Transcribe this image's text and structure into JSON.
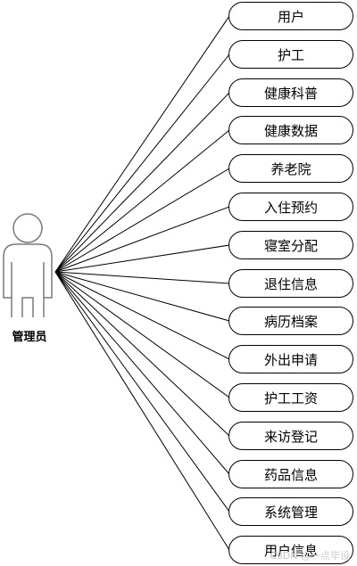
{
  "actor": {
    "label": "管理员"
  },
  "use_cases": [
    "用户",
    "护工",
    "健康科普",
    "健康数据",
    "养老院",
    "入住预约",
    "寝室分配",
    "退住信息",
    "病历档案",
    "外出申请",
    "护工工资",
    "来访登记",
    "药品信息",
    "系统管理",
    "用户信息"
  ],
  "watermark": {
    "text": "CSDN @一点毕设"
  },
  "colors": {
    "stroke": "#000000",
    "actor_stroke": "#7a7a7a",
    "background": "#ffffff"
  }
}
